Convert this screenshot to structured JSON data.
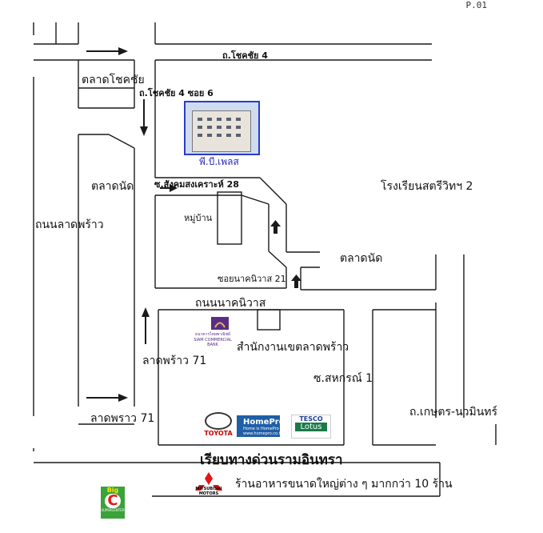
{
  "page_number": "P.01",
  "streets": {
    "chokchai4": "ถ.โชคชัย 4",
    "chokchai4_soi6": "ถ.โชคชัย 4 ซอย 6",
    "sangkhom": "ซ.สังคมสงเคราะห์ 28",
    "ladprao_road": "ถนนลาดพร้าว",
    "nakniwat_soi21": "ซอยนาคนิวาส 21",
    "nakniwat_road": "ถนนนาคนิวาส",
    "ladprao71_upper": "ลาดพร้าว 71",
    "ladprao71_lower": "ลาดพราว 71",
    "sahakorn1": "ซ.สหกรณ์ 1",
    "kaset_nawamin": "ถ.เกษตร-นวมินทร์",
    "expressway": "เรียบทางด่วนรามอินทรา"
  },
  "places": {
    "chokchai_market": "ตลาดโชคชัย",
    "flea_market_left": "ตลาดนัด",
    "village": "หมู่บ้าน",
    "school": "โรงเรียนสตรีวิทฯ 2",
    "flea_market_right": "ตลาดนัด",
    "district_office": "สำนักงานเขตลาดพร้าว",
    "restaurants": "ร้านอาหารขนาดใหญ่ต่าง ๆ มากกว่า 10 ร้าน"
  },
  "hotel": {
    "caption": "พี.บี.เพลส"
  },
  "logos": {
    "bank": "ธนาคารไทยพาณิชย์",
    "bank_en": "SIAM COMMERCIAL BANK",
    "toyota": "TOYOTA",
    "homepro": "HomePro",
    "homepro_tag": "Home is HomePro",
    "homepro_url": "www.homepro.co.th",
    "tesco": "TESCO",
    "lotus": "Lotus",
    "mitsubishi": "MITSUBISHI MOTORS",
    "bigc_big": "Big",
    "bigc_c": "C",
    "bigc_sub": "SUPERCENTER"
  },
  "colors": {
    "line": "#1a1a1a",
    "hotel_caption": "#2a2ab8"
  }
}
